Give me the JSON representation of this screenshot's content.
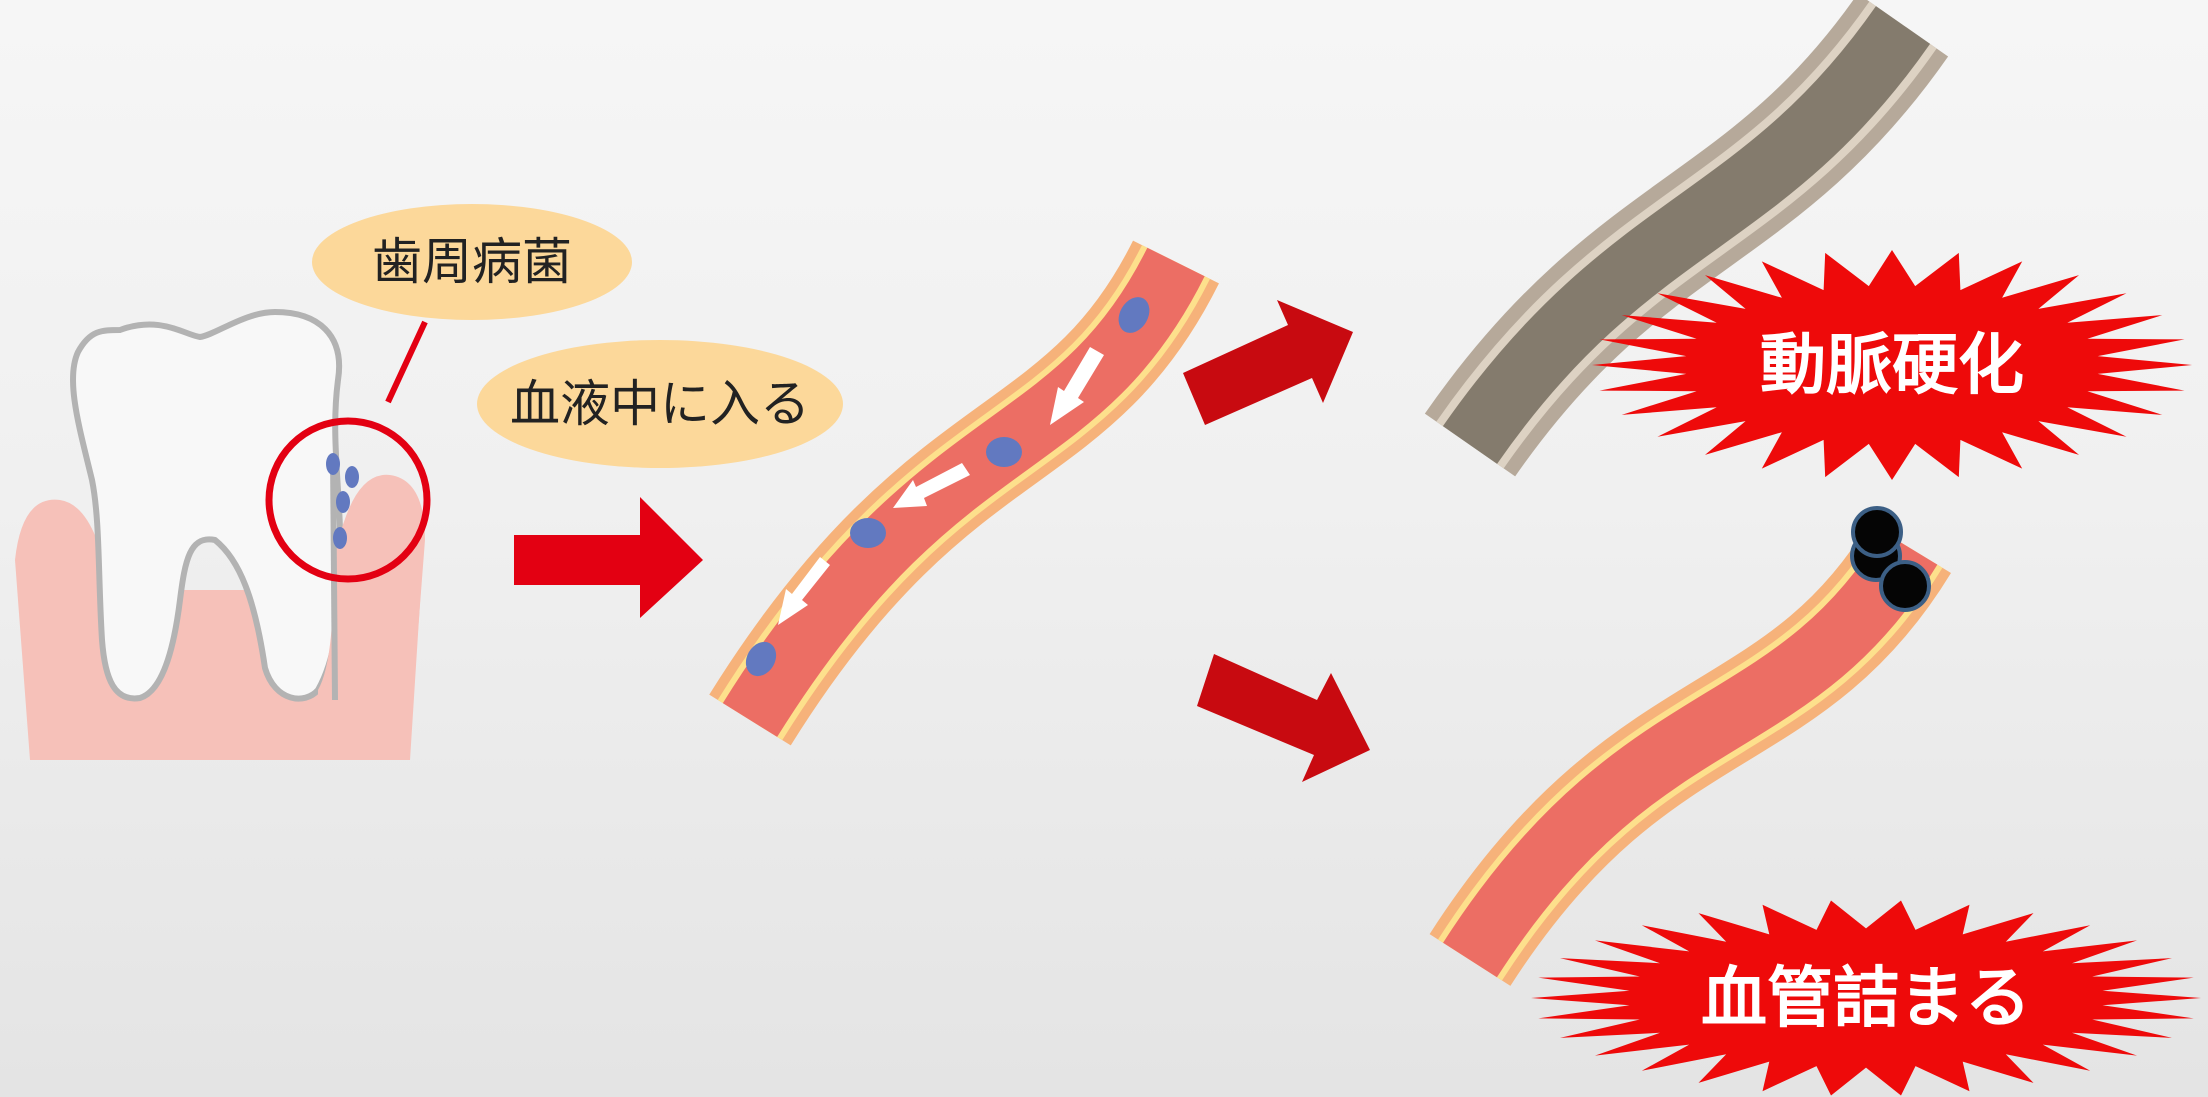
{
  "labels": {
    "bacteria": "歯周病菌",
    "enter_blood": "血液中に入る",
    "arteriosclerosis": "動脈硬化",
    "vessel_blockage": "血管詰まる"
  },
  "colors": {
    "bubble_fill": "#fcd89a",
    "arrow_red": "#e30012",
    "arrow_dark_red": "#c80a10",
    "burst_red": "#ee0a0a",
    "vessel_outer": "#f6b27a",
    "vessel_stripe": "#fde08c",
    "vessel_inner": "#ec6e64",
    "blood_cell": "#6279c0",
    "hardened_outer": "#b6a99a",
    "hardened_stripe": "#ddd2c3",
    "hardened_inner": "#847b6d",
    "clot": "#050505",
    "gum": "#f6c1b9",
    "tooth": "#f8f8f8",
    "tooth_outline": "#b3b3b3"
  },
  "icons": [
    "tooth-icon",
    "bacteria-dots-icon",
    "blood-vessel-icon",
    "hardened-vessel-icon",
    "blocked-vessel-icon",
    "arrow-icon",
    "burst-icon"
  ]
}
